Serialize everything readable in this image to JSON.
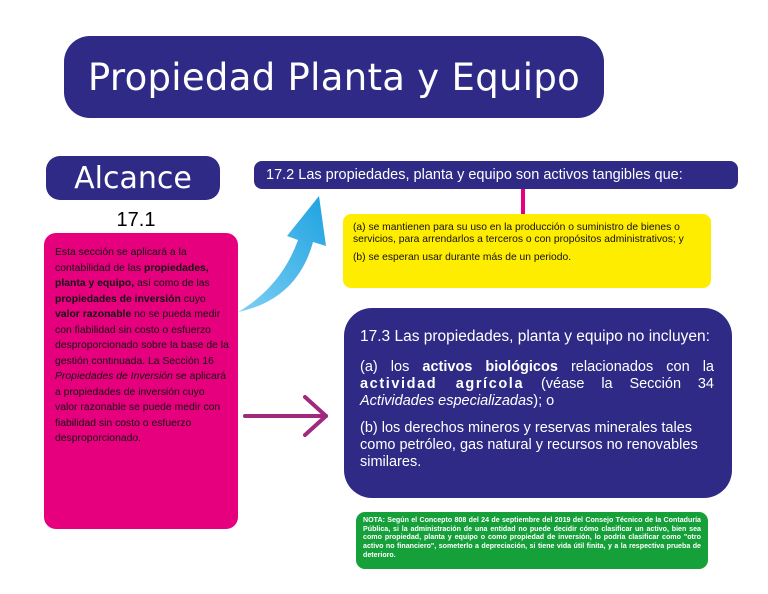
{
  "title": "Propiedad Planta y Equipo",
  "alcance": {
    "label": "Alcance",
    "section": "17.1",
    "p1": "Esta sección se aplicará a la contabilidad de las ",
    "b1": "propiedades, planta y equipo,",
    "p2": " así como de las ",
    "b2": "propiedades de inversión",
    "p3": " cuyo ",
    "b3": "valor razonable",
    "p4": " no se pueda medir con fiabilidad sin costo o esfuerzo desproporcionado sobre la base de la gestión continuada. La Sección 16 ",
    "i1": "Propiedades de Inversión",
    "p5": " se aplicará a propiedades de inversión cuyo valor razonable se puede medir con fiabilidad sin costo o esfuerzo desproporcionado."
  },
  "s172": {
    "heading": "17.2 Las propiedades, planta y equipo son activos tangibles que:",
    "a": "(a) se mantienen para su uso en la producción o suministro de bienes o servicios, para arrendarlos a terceros o con propósitos administrativos; y",
    "b": "(b) se esperan usar durante más de un periodo."
  },
  "s173": {
    "heading": "17.3 Las propiedades, planta y equipo no incluyen:",
    "a_pre": "(a) los ",
    "a_b1": "activos biológicos",
    "a_mid": " relacionados con la ",
    "a_b2": "actividad agrícola",
    "a_post": " (véase la Sección 34 ",
    "a_i": "Actividades especializadas",
    "a_end": "); o",
    "b": "(b) los derechos mineros y reservas minerales tales como petróleo, gas natural y recursos no renovables similares."
  },
  "nota": "NOTA: Según el Concepto 808 del 24 de septiembre del 2019 del Consejo Técnico de la Contaduría Pública, si la administración de una entidad no puede decidir cómo clasificar un activo, bien sea como propiedad, planta y equipo o como propiedad de inversión, lo podría clasificar como \"otro activo no financiero\", someterlo a depreciación, si tiene vida útil finita, y a la respectiva prueba de deterioro.",
  "colors": {
    "navy": "#2e2a85",
    "magenta": "#e6007e",
    "yellow": "#ffed00",
    "green": "#16a03a",
    "cyan_arrow": "#1ea2e0",
    "purple_arrow": "#a0287e"
  }
}
